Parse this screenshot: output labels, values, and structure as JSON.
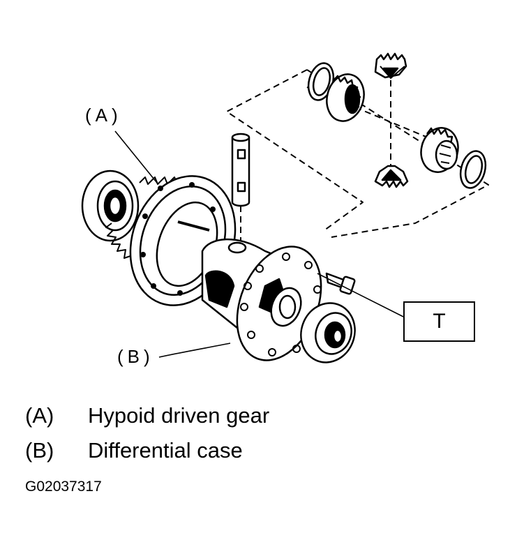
{
  "callouts": {
    "a": "(A)",
    "b": "(B)",
    "t": "T"
  },
  "legend": [
    {
      "key": "(A)",
      "text": "Hypoid driven gear"
    },
    {
      "key": "(B)",
      "text": "Differential case"
    }
  ],
  "figure_code": "G02037317",
  "colors": {
    "line": "#000000",
    "background": "#ffffff"
  },
  "parts": [
    "hypoid-driven-gear",
    "differential-case",
    "bearing",
    "pinion-shaft",
    "pinion-gear",
    "side-gear",
    "washer",
    "bolt"
  ]
}
